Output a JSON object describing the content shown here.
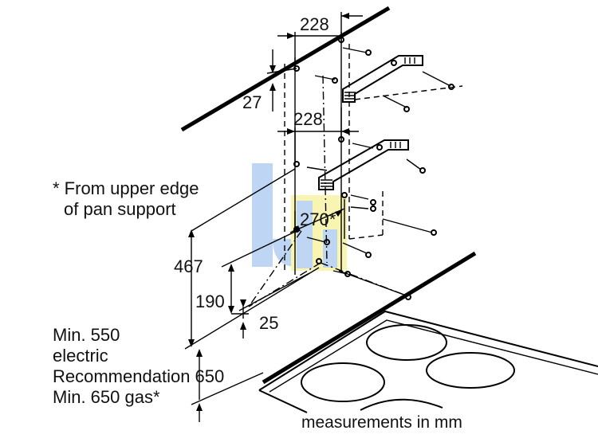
{
  "dimensions": {
    "top_width": "228",
    "top_offset": "27",
    "mid_width": "228",
    "angle": "270*",
    "height_total": "467",
    "height_lower": "190",
    "offset_bottom": "25"
  },
  "notes": {
    "upper_edge_line1": "* From upper edge",
    "upper_edge_line2": "of pan support",
    "min_line1": "Min. 550",
    "min_line2": "electric",
    "min_line3": "Recommendation 650",
    "min_line4": "Min. 650 gas*"
  },
  "footer": {
    "units": "measurements in mm"
  },
  "colors": {
    "watermark_blue": "#a9c8f0",
    "watermark_yellow": "#f6f29a"
  }
}
